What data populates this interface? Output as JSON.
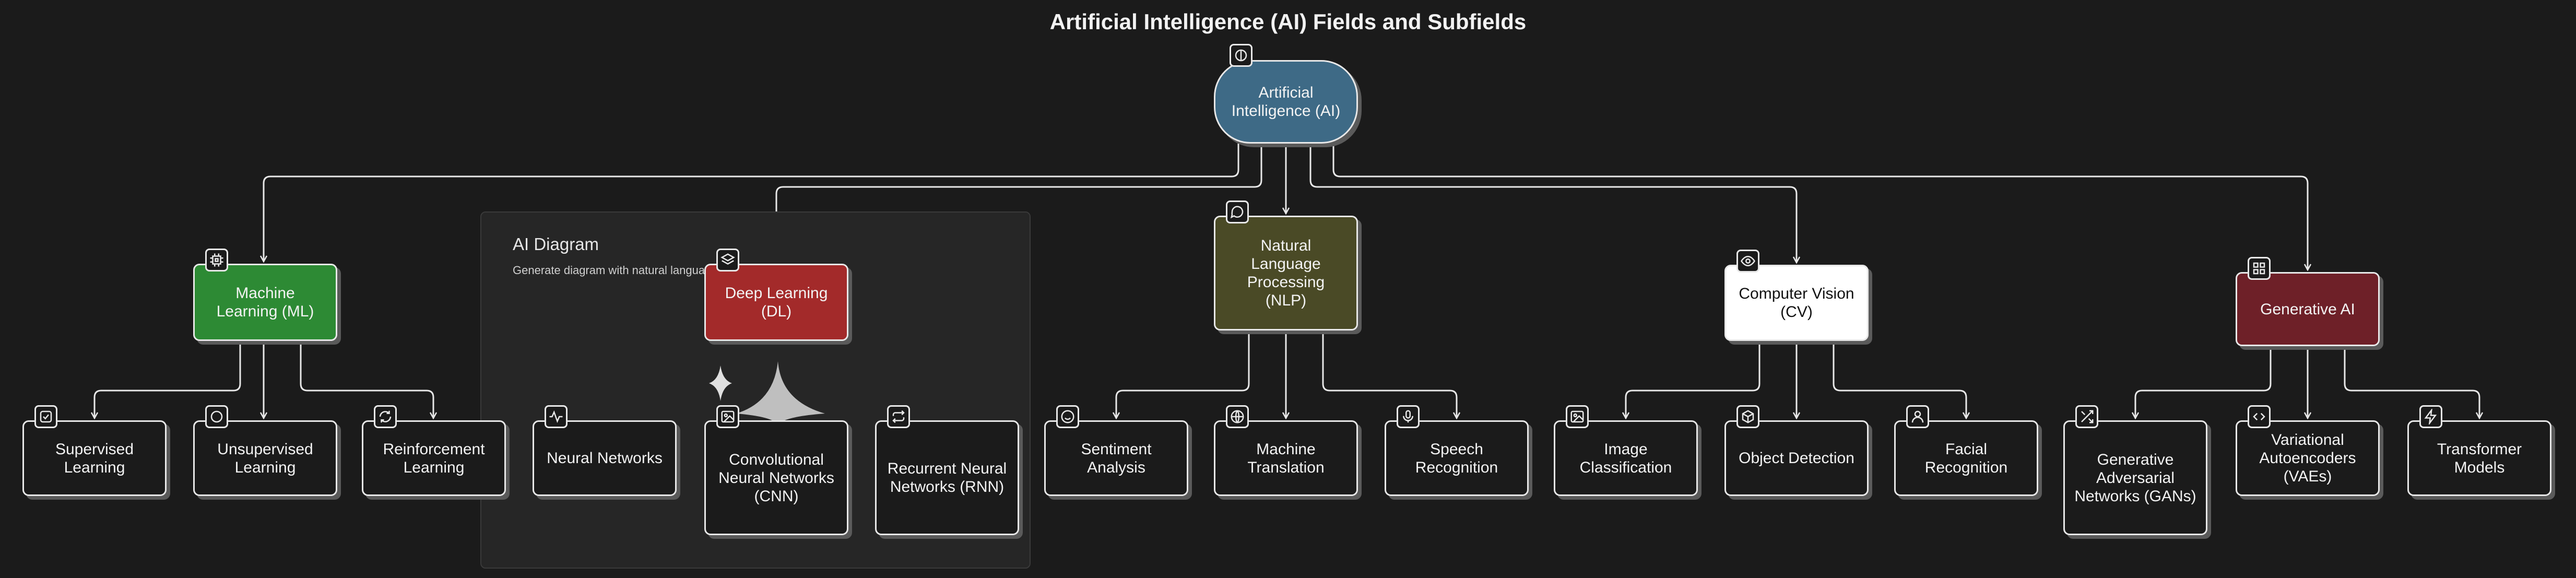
{
  "title": "Artificial Intelligence (AI) Fields and Subfields",
  "panel": {
    "title": "AI Diagram",
    "subtitle": "Generate diagram with natural language"
  },
  "colors": {
    "root": "#3e6a86",
    "ml": "#2d8a34",
    "dl": "#a32a2a",
    "nlp": "#4a4a26",
    "cv": "#ffffff",
    "genai": "#6e2028",
    "leaf": "#1b1b1b"
  },
  "nodes": {
    "root": {
      "label": "Artificial Intelligence (AI)",
      "icon": "brain-icon"
    },
    "ml": {
      "label": "Machine Learning (ML)",
      "icon": "cpu-icon"
    },
    "dl": {
      "label": "Deep Learning (DL)",
      "icon": "layers-icon"
    },
    "nlp": {
      "label": "Natural Language Processing (NLP)",
      "icon": "chat-bubble-icon"
    },
    "cv": {
      "label": "Computer Vision (CV)",
      "icon": "eye-icon"
    },
    "genai": {
      "label": "Generative AI",
      "icon": "grid-icon"
    },
    "supervised": {
      "label": "Supervised Learning",
      "icon": "check-square-icon"
    },
    "unsupervised": {
      "label": "Unsupervised Learning",
      "icon": "circle-icon"
    },
    "reinforcement": {
      "label": "Reinforcement Learning",
      "icon": "refresh-icon"
    },
    "nn": {
      "label": "Neural Networks",
      "icon": "activity-icon"
    },
    "cnn": {
      "label": "Convolutional Neural Networks (CNN)",
      "icon": "image-icon"
    },
    "rnn": {
      "label": "Recurrent Neural Networks (RNN)",
      "icon": "repeat-icon"
    },
    "sentiment": {
      "label": "Sentiment Analysis",
      "icon": "smile-icon"
    },
    "translation": {
      "label": "Machine Translation",
      "icon": "globe-icon"
    },
    "speech": {
      "label": "Speech Recognition",
      "icon": "microphone-icon"
    },
    "imgclass": {
      "label": "Image Classification",
      "icon": "image-icon"
    },
    "objdet": {
      "label": "Object Detection",
      "icon": "box-icon"
    },
    "facial": {
      "label": "Facial Recognition",
      "icon": "user-icon"
    },
    "gans": {
      "label": "Generative Adversarial Networks (GANs)",
      "icon": "shuffle-icon"
    },
    "vaes": {
      "label": "Variational Autoencoders (VAEs)",
      "icon": "code-icon"
    },
    "transformer": {
      "label": "Transformer Models",
      "icon": "zap-icon"
    }
  }
}
